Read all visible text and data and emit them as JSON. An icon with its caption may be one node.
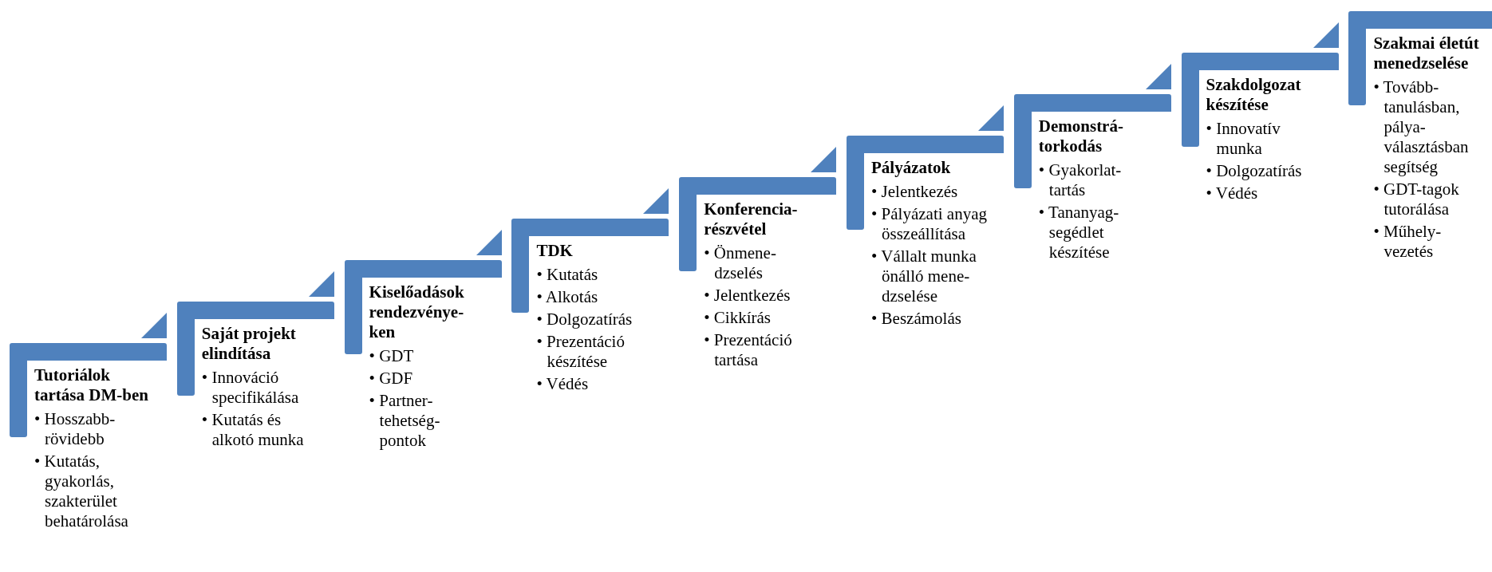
{
  "diagram": {
    "nodes": [
      {
        "text": [
          "Tutoriálok tartása DM-ben",
          "• Hosszabb-rövidebb",
          "• Kutatás, gyakorlás, szakterület behatárolása"
        ]
      },
      {
        "text": [
          "Saját projekt elindítása",
          "• Innováció specifikálása",
          "• Kutatás és alkotó munka"
        ]
      },
      {
        "text": [
          "Kiselőadások rendezvénye-ken",
          "• GDT",
          "• GDF",
          "• Partner-tehetség-pontok"
        ]
      },
      {
        "text": [
          "TDK",
          "• Kutatás",
          "• Alkotás",
          "• Dolgozatírás",
          "• Prezentáció készítése",
          "• Védés"
        ]
      },
      {
        "text": [
          "Konferencia-részvétel",
          "• Önmene-dzselés",
          "• Jelentkezés",
          "• Cikkírás",
          "• Prezentáció tartása"
        ]
      },
      {
        "text": [
          "Pályázatok",
          "• Jelentkezés",
          "• Pályázati anyag összeállítása",
          "• Vállalt munka önálló mene-dzselése",
          "• Beszámolás"
        ]
      },
      {
        "text": [
          "Demonstrá-torkodás",
          "• Gyakorlat-tartás",
          "• Tananyag-segédlet készítése"
        ]
      },
      {
        "text": [
          "Szakdolgozat készítése",
          "• Innovatív munka",
          "• Dolgozatírás",
          "• Védés"
        ]
      },
      {
        "text": [
          "Szakmai életút menedzselése",
          "• Tovább-tanulásban, pálya-választásban segítség",
          "• GDT-tagok tutorálása",
          "• Műhely-vezetés"
        ]
      }
    ]
  }
}
